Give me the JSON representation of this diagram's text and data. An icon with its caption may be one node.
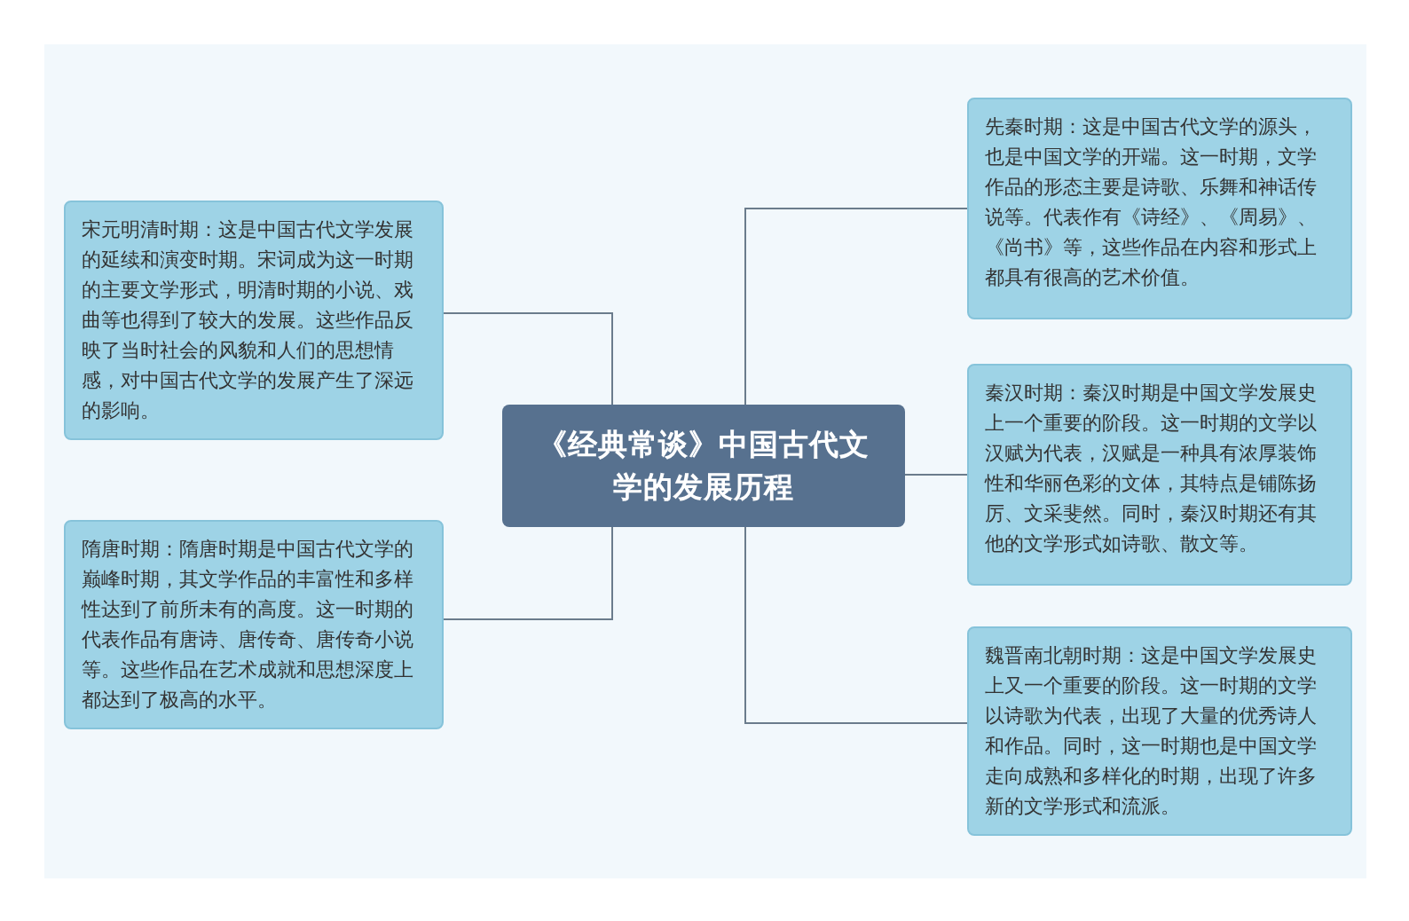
{
  "diagram": {
    "nodes": [
      {
        "text": [
          "《经典常谈》中国古代文学的发展历程"
        ]
      },
      {
        "text": [
          "宋元明清时期：这是中国古代文学发展的延续和演变时期。宋词成为这一时期的主要文学形式，明清时期的小说、戏曲等也得到了较大的发展。这些作品反映了当时社会的风貌和人们的思想情感，对中国古代文学的发展产生了深远的影响。"
        ]
      },
      {
        "text": [
          "隋唐时期：隋唐时期是中国古代文学的巅峰时期，其文学作品的丰富性和多样性达到了前所未有的高度。这一时期的代表作品有唐诗、唐传奇、唐传奇小说等。这些作品在艺术成就和思想深度上都达到了极高的水平。"
        ]
      },
      {
        "text": [
          "先秦时期：这是中国古代文学的源头，也是中国文学的开端。这一时期，文学作品的形态主要是诗歌、乐舞和神话传说等。代表作有《诗经》、《周易》、《尚书》等，这些作品在内容和形式上都具有很高的艺术价值。"
        ]
      },
      {
        "text": [
          "秦汉时期：秦汉时期是中国文学发展史上一个重要的阶段。这一时期的文学以汉赋为代表，汉赋是一种具有浓厚装饰性和华丽色彩的文体，其特点是铺陈扬厉、文采斐然。同时，秦汉时期还有其他的文学形式如诗歌、散文等。"
        ]
      },
      {
        "text": [
          "魏晋南北朝时期：这是中国文学发展史上又一个重要的阶段。这一时期的文学以诗歌为代表，出现了大量的优秀诗人和作品。同时，这一时期也是中国文学走向成熟和多样化的时期，出现了许多新的文学形式和流派。"
        ]
      }
    ],
    "edges": [
      {
        "from": 0,
        "to": 1,
        "arrow": "none"
      },
      {
        "from": 0,
        "to": 2,
        "arrow": "none"
      },
      {
        "from": 0,
        "to": 3,
        "arrow": "none"
      },
      {
        "from": 0,
        "to": 4,
        "arrow": "none"
      },
      {
        "from": 0,
        "to": 5,
        "arrow": "none"
      }
    ]
  }
}
